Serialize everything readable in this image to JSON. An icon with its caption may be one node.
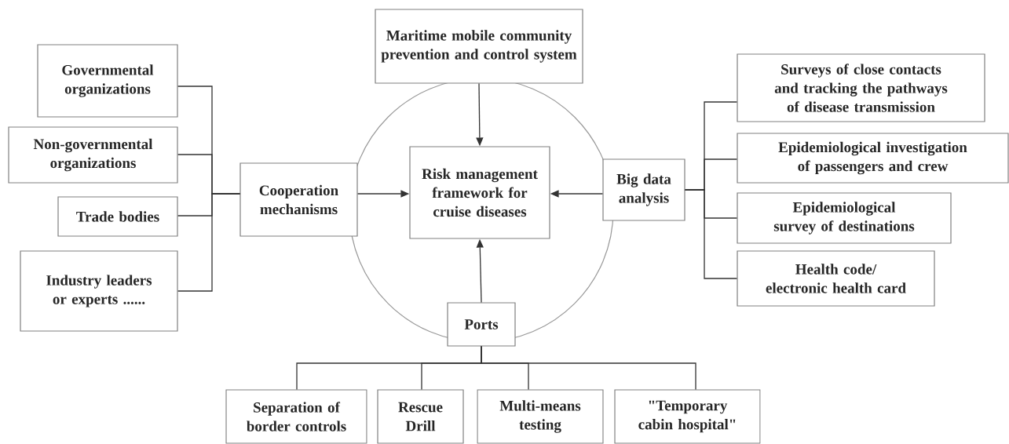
{
  "diagram": {
    "nodes": [
      {
        "text": [
          "Maritime mobile community prevention and control system"
        ]
      },
      {
        "text": [
          "Risk management framework for cruise diseases"
        ]
      },
      {
        "text": [
          "Cooperation mechanisms"
        ]
      },
      {
        "text": [
          "Big data analysis"
        ]
      },
      {
        "text": [
          "Ports"
        ]
      },
      {
        "text": [
          "Governmental organizations"
        ]
      },
      {
        "text": [
          "Non-governmental organizations"
        ]
      },
      {
        "text": [
          "Trade bodies"
        ]
      },
      {
        "text": [
          "Industry leaders or experts ......"
        ]
      },
      {
        "text": [
          "Surveys of close contacts and tracking the pathways of disease transmission"
        ]
      },
      {
        "text": [
          "Epidemiological investigation of passengers and crew"
        ]
      },
      {
        "text": [
          "Epidemiological survey of destinations"
        ]
      },
      {
        "text": [
          "Health code/ electronic health card"
        ]
      },
      {
        "text": [
          "Separation of border controls"
        ]
      },
      {
        "text": [
          "Rescue Drill"
        ]
      },
      {
        "text": [
          "Multi-means testing"
        ]
      },
      {
        "text": [
          "\"Temporary cabin hospital\""
        ]
      }
    ],
    "edges": [
      {
        "from": 0,
        "to": 1,
        "arrow": "to"
      },
      {
        "from": 2,
        "to": 1,
        "arrow": "to"
      },
      {
        "from": 3,
        "to": 1,
        "arrow": "to"
      },
      {
        "from": 4,
        "to": 1,
        "arrow": "to"
      },
      {
        "from": 5,
        "to": 2,
        "arrow": "none"
      },
      {
        "from": 6,
        "to": 2,
        "arrow": "none"
      },
      {
        "from": 7,
        "to": 2,
        "arrow": "none"
      },
      {
        "from": 8,
        "to": 2,
        "arrow": "none"
      },
      {
        "from": 3,
        "to": 9,
        "arrow": "none"
      },
      {
        "from": 3,
        "to": 10,
        "arrow": "none"
      },
      {
        "from": 3,
        "to": 11,
        "arrow": "none"
      },
      {
        "from": 3,
        "to": 12,
        "arrow": "none"
      },
      {
        "from": 4,
        "to": 13,
        "arrow": "none"
      },
      {
        "from": 4,
        "to": 14,
        "arrow": "none"
      },
      {
        "from": 4,
        "to": 15,
        "arrow": "none"
      },
      {
        "from": 4,
        "to": 16,
        "arrow": "none"
      }
    ]
  }
}
